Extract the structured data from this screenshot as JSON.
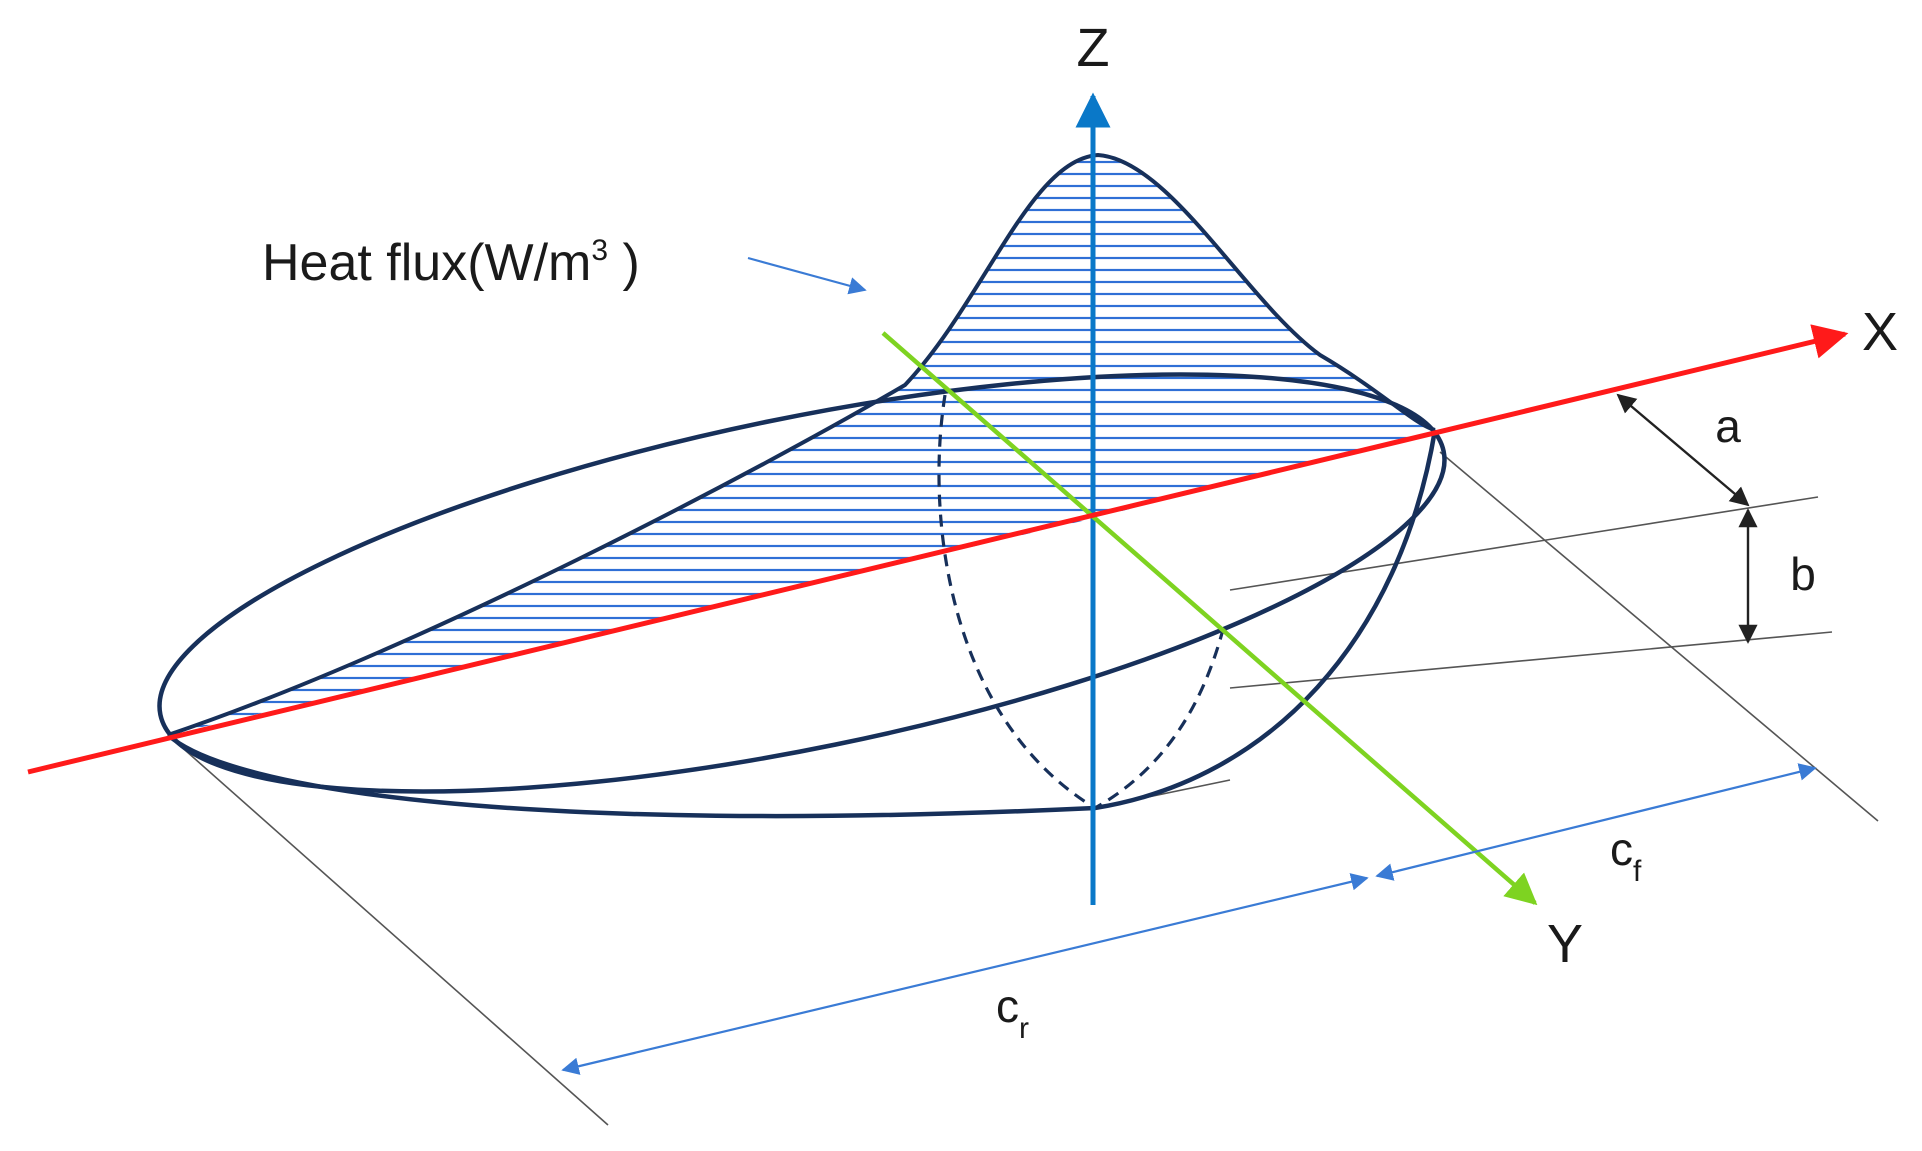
{
  "axes": {
    "x_label": "X",
    "y_label": "Y",
    "z_label": "Z"
  },
  "heat_flux": {
    "text": "Heat flux(W/m",
    "superscript": "3",
    "closing": " )"
  },
  "dimensions": {
    "a": "a",
    "b": "b",
    "c_f_base": "c",
    "c_f_sub": "f",
    "c_r_base": "c",
    "c_r_sub": "r"
  },
  "colors": {
    "x_axis": "#ff1a1a",
    "y_axis": "#7ed321",
    "z_axis": "#0a78c8",
    "outline": "#17305a",
    "hatch": "#2f6fd6",
    "dimension_blue": "#3a7bd5",
    "dimension_black": "#222222",
    "guide": "#555555"
  }
}
